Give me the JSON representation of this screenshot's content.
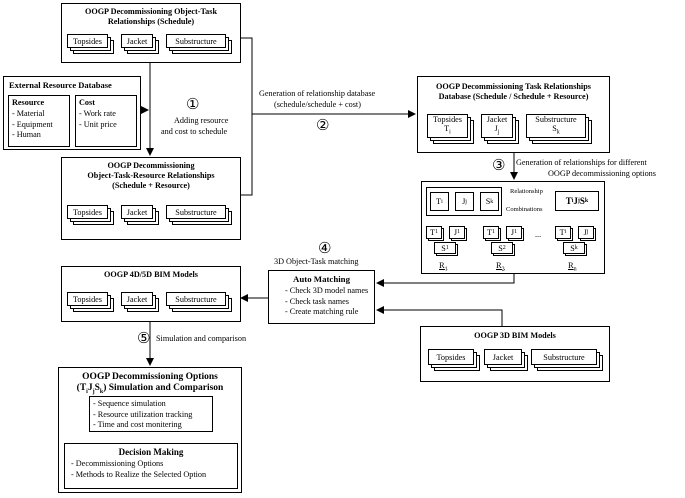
{
  "schedule_box": {
    "title_l1": "OOGP Decommissioning Object-Task",
    "title_l2": "Relationships (Schedule)",
    "items": [
      "Topsides",
      "Jacket",
      "Substructure"
    ]
  },
  "resource_db": {
    "title": "External Resource Database",
    "resource": {
      "head": "Resource",
      "items": [
        "- Material",
        "- Equipment",
        "- Human"
      ]
    },
    "cost": {
      "head": "Cost",
      "items": [
        "- Work rate",
        "- Unit price"
      ]
    }
  },
  "step1": {
    "num": "①",
    "l1": "Adding resource",
    "l2": "and cost to schedule"
  },
  "otr_box": {
    "title_l1": "OOGP Decommissioning",
    "title_l2": "Object-Task-Resource Relationships",
    "title_l3": "(Schedule + Resource)",
    "items": [
      "Topsides",
      "Jacket",
      "Substructure"
    ]
  },
  "step2": {
    "num": "②",
    "l1": "Generation of relationship database",
    "l2": "(schedule/schedule + cost)"
  },
  "task_db": {
    "title_l1": "OOGP Decommissioning Task Relationships",
    "title_l2": "Database (Schedule / Schedule + Resource)",
    "items": [
      "Topsides",
      "Jacket",
      "Substructure"
    ],
    "subs": [
      "T",
      "J",
      "S"
    ],
    "idx": [
      "i",
      "j",
      "k"
    ]
  },
  "step3": {
    "num": "③",
    "l1": "Generation of relationships for different",
    "l2": "OOGP decommissioning options"
  },
  "combo_box": {
    "top_items": [
      "T",
      "J",
      "S"
    ],
    "top_idx": [
      "i",
      "j",
      "k"
    ],
    "arrow_l1": "Relationship",
    "arrow_l2": "Combinations",
    "result": "T",
    "result_parts": [
      "i",
      "J",
      "j",
      "S",
      "k"
    ],
    "groups": [
      {
        "label": "R",
        "sub": "1",
        "t": "1",
        "j": "1",
        "s": "1"
      },
      {
        "label": "R",
        "sub": "2",
        "t": "1",
        "j": "1",
        "s": "2"
      },
      {
        "label": "R",
        "sub": "n",
        "t": "i",
        "j": "j",
        "s": "k"
      }
    ],
    "ellipsis": "..."
  },
  "step4": {
    "num": "④",
    "label": "3D Object-Task matching"
  },
  "auto_match": {
    "title": "Auto Matching",
    "items": [
      "- Check 3D model names",
      "- Check task names",
      "- Create matching rule"
    ]
  },
  "bim45": {
    "title": "OOGP 4D/5D BIM Models",
    "items": [
      "Topsides",
      "Jacket",
      "Substructure"
    ]
  },
  "bim3d": {
    "title": "OOGP 3D BIM Models",
    "items": [
      "Topsides",
      "Jacket",
      "Substructure"
    ]
  },
  "step5": {
    "num": "⑤",
    "label": "Simulation and comparison"
  },
  "options_box": {
    "title_l1": "OOGP Decommissioning Options",
    "title_l2a": "(T",
    "title_l2_parts": [
      "i",
      "J",
      "j",
      "S",
      "k"
    ],
    "title_l2b": ") Simulation and Comparison",
    "sim_items": [
      "- Sequence simulation",
      "- Resource utilization tracking",
      "- Time and cost monitering"
    ],
    "decision": {
      "title": "Decision Making",
      "items": [
        "- Decommissioning Options",
        "- Methods to Realize the Selected Option"
      ]
    }
  }
}
